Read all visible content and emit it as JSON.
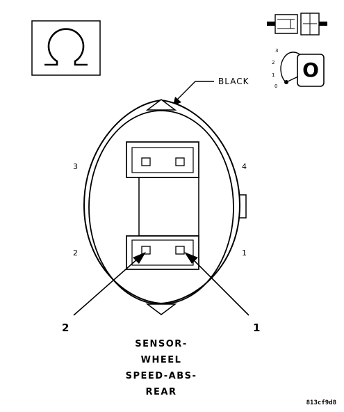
{
  "connector_color_label": "BLACK",
  "cavity_labels": {
    "top_left": "3",
    "top_right": "4",
    "bottom_left": "2",
    "bottom_right": "1"
  },
  "callouts": {
    "left": "2",
    "right": "1"
  },
  "title_lines": [
    "SENSOR-",
    "WHEEL",
    "SPEED-ABS-",
    "REAR"
  ],
  "figure_id": "813cf9d8",
  "key_switch_positions": [
    "3",
    "2",
    "1",
    "0"
  ],
  "key_switch_symbol": "O",
  "icons": {
    "symbol_box": "ohm-icon",
    "connector_view": "connector-plug-icon",
    "ignition_view": "ignition-key-icon"
  }
}
